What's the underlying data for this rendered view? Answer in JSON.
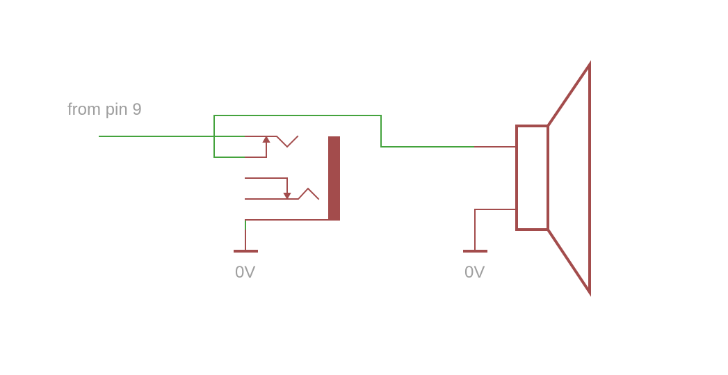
{
  "labels": {
    "signal": "from pin 9",
    "ground_jack": "0V",
    "ground_speaker": "0V"
  },
  "colors": {
    "wire": "#44a33d",
    "symbol": "#a34c4c",
    "label": "#9e9e9e"
  }
}
